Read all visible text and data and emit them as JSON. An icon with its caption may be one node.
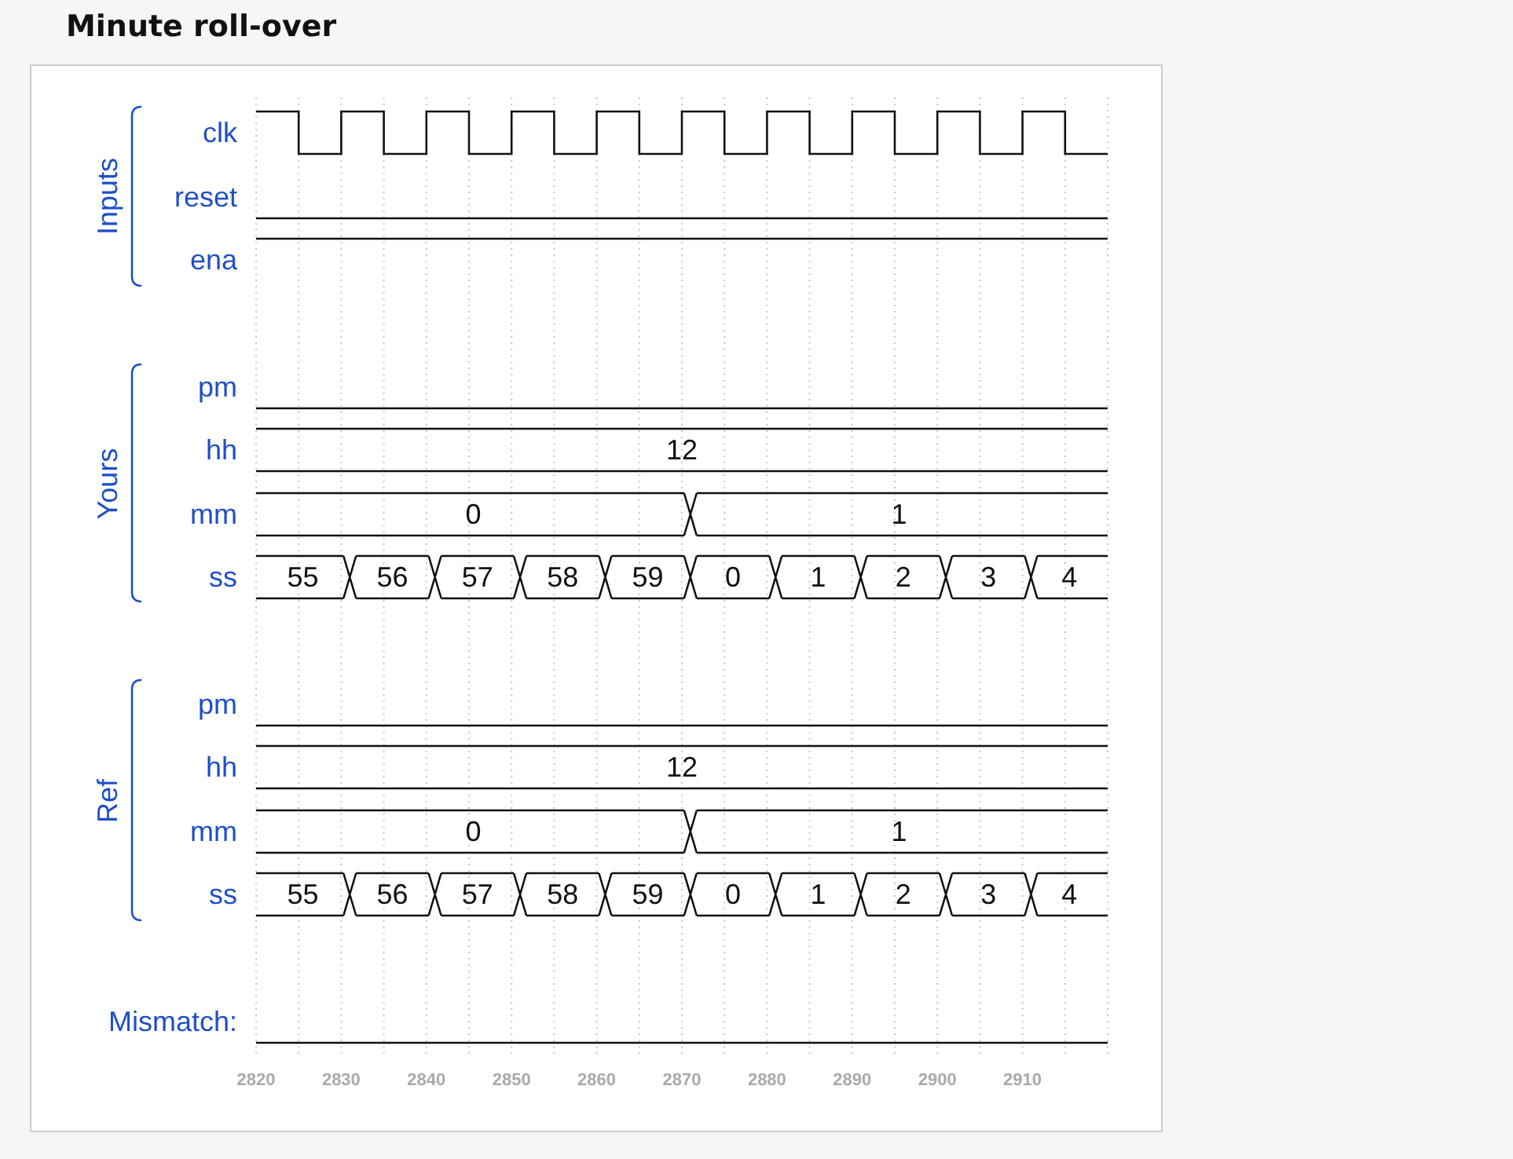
{
  "diagram": {
    "title": "Minute roll-over",
    "labels": [
      "Inputs",
      "clk",
      "reset",
      "ena",
      "Yours",
      "pm",
      "hh",
      "12",
      "mm",
      "0",
      "1",
      "ss",
      "55",
      "56",
      "57",
      "58",
      "59",
      "0",
      "1",
      "2",
      "3",
      "4",
      "Ref",
      "pm",
      "hh",
      "12",
      "mm",
      "0",
      "1",
      "ss",
      "55",
      "56",
      "57",
      "58",
      "59",
      "0",
      "1",
      "2",
      "3",
      "4",
      "Mismatch:",
      "2820",
      "2830",
      "2840",
      "2850",
      "2860",
      "2870",
      "2880",
      "2890",
      "2900",
      "2910"
    ]
  }
}
